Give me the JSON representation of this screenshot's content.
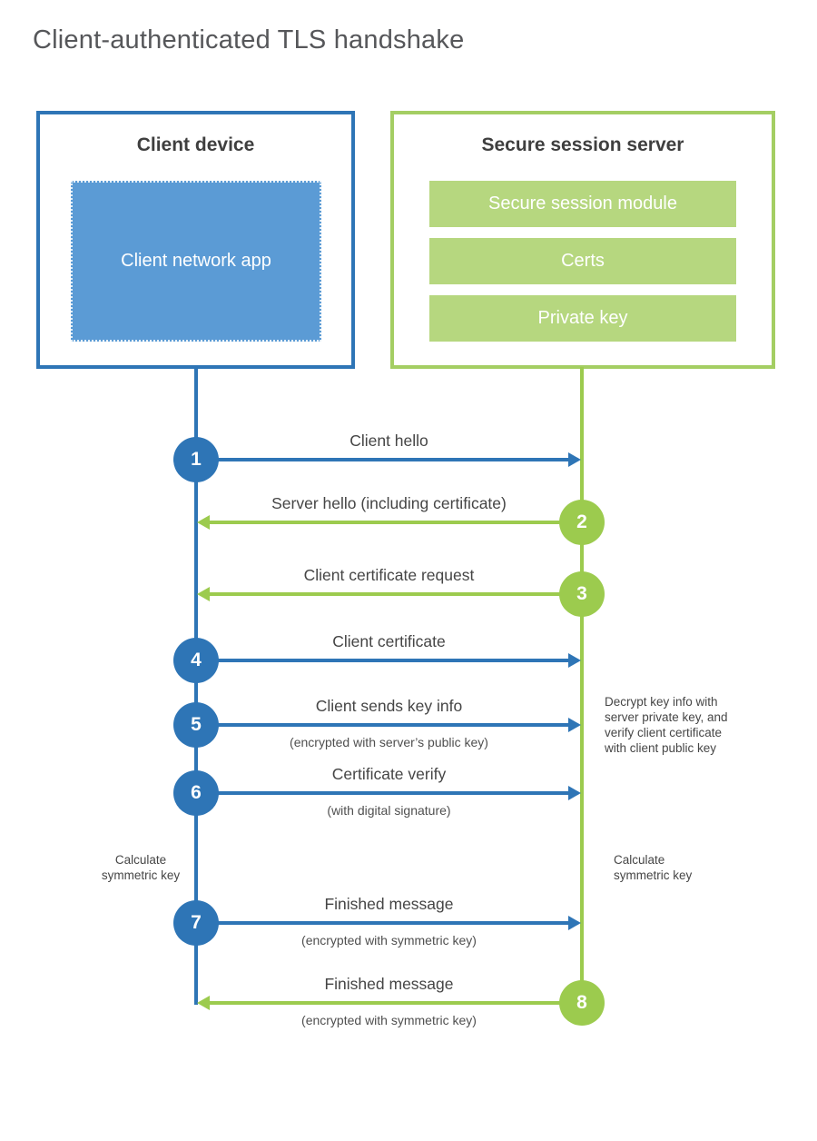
{
  "title": "Client-authenticated TLS handshake",
  "client": {
    "title": "Client device",
    "app_label": "Client network app"
  },
  "server": {
    "title": "Secure session server",
    "modules": [
      "Secure session module",
      "Certs",
      "Private key"
    ]
  },
  "messages": [
    {
      "number": "1",
      "direction": "right",
      "label": "Client hello",
      "sublabel": ""
    },
    {
      "number": "2",
      "direction": "left",
      "label": "Server hello (including certificate)",
      "sublabel": ""
    },
    {
      "number": "3",
      "direction": "left",
      "label": "Client certificate request",
      "sublabel": ""
    },
    {
      "number": "4",
      "direction": "right",
      "label": "Client certificate",
      "sublabel": ""
    },
    {
      "number": "5",
      "direction": "right",
      "label": "Client sends key info",
      "sublabel": "(encrypted with server’s public key)"
    },
    {
      "number": "6",
      "direction": "right",
      "label": "Certificate verify",
      "sublabel": "(with digital signature)"
    },
    {
      "number": "7",
      "direction": "right",
      "label": "Finished message",
      "sublabel": "(encrypted with symmetric key)"
    },
    {
      "number": "8",
      "direction": "left",
      "label": "Finished message",
      "sublabel": "(encrypted with symmetric key)"
    }
  ],
  "notes": {
    "decrypt": "Decrypt key info with\nserver private key, and\nverify client certificate\nwith client public key",
    "calc_left": "Calculate\nsymmetric key",
    "calc_right": "Calculate\nsymmetric key"
  },
  "colors": {
    "blue": "#2E75B6",
    "blue_fill": "#5B9BD5",
    "green": "#9CCB4E",
    "green_border": "#A4CE63",
    "green_fill": "#B6D77F"
  }
}
